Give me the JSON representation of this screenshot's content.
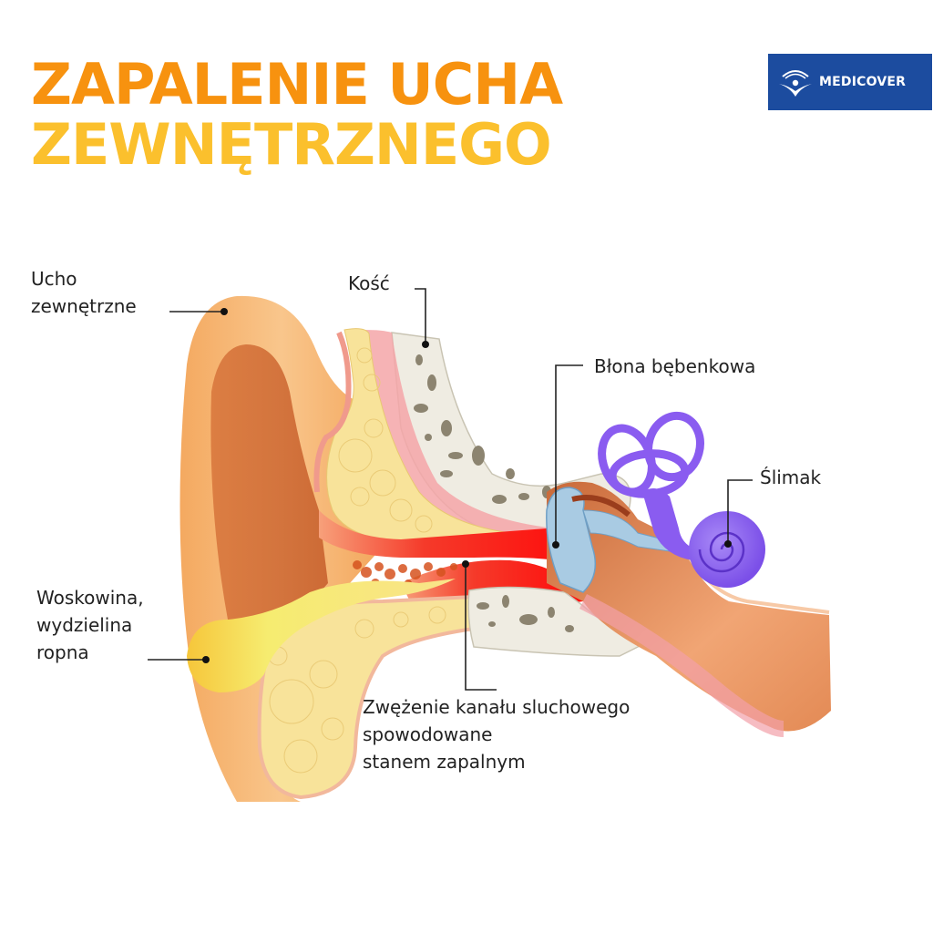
{
  "header": {
    "title_line1": "ZAPALENIE UCHA",
    "title_line2": "ZEWNĘTRZNEGO",
    "title_colors": {
      "line1": "#f7920f",
      "line2": "#fbc02d"
    }
  },
  "brand": {
    "logo_text": "MEDICOVER",
    "logo_icon": "medicover-figure-icon",
    "background_color": "#1c4c9f"
  },
  "labels": {
    "outer_ear": {
      "line1": "Ucho",
      "line2": "zewnętrzne"
    },
    "bone": {
      "text": "Kość"
    },
    "eardrum": {
      "text": "Błona bębenkowa"
    },
    "cochlea": {
      "text": "Ślimak"
    },
    "earwax": {
      "line1": "Woskowina,",
      "line2": "wydzielina",
      "line3": "ropna"
    },
    "canal_narrowing": {
      "line1": "Zwężenie kanału sluchowego",
      "line2": "spowodowane",
      "line3": "stanem zapalnym"
    }
  },
  "colors": {
    "auricle": "#f5b06a",
    "canal_inflamed": "#f21d1d",
    "fat_tissue": "#f8e39a",
    "bone": "#efede4",
    "inner_ear": "#8a5cf0",
    "ossicles": "#a9cbe3",
    "wax": "#f3e25a"
  }
}
